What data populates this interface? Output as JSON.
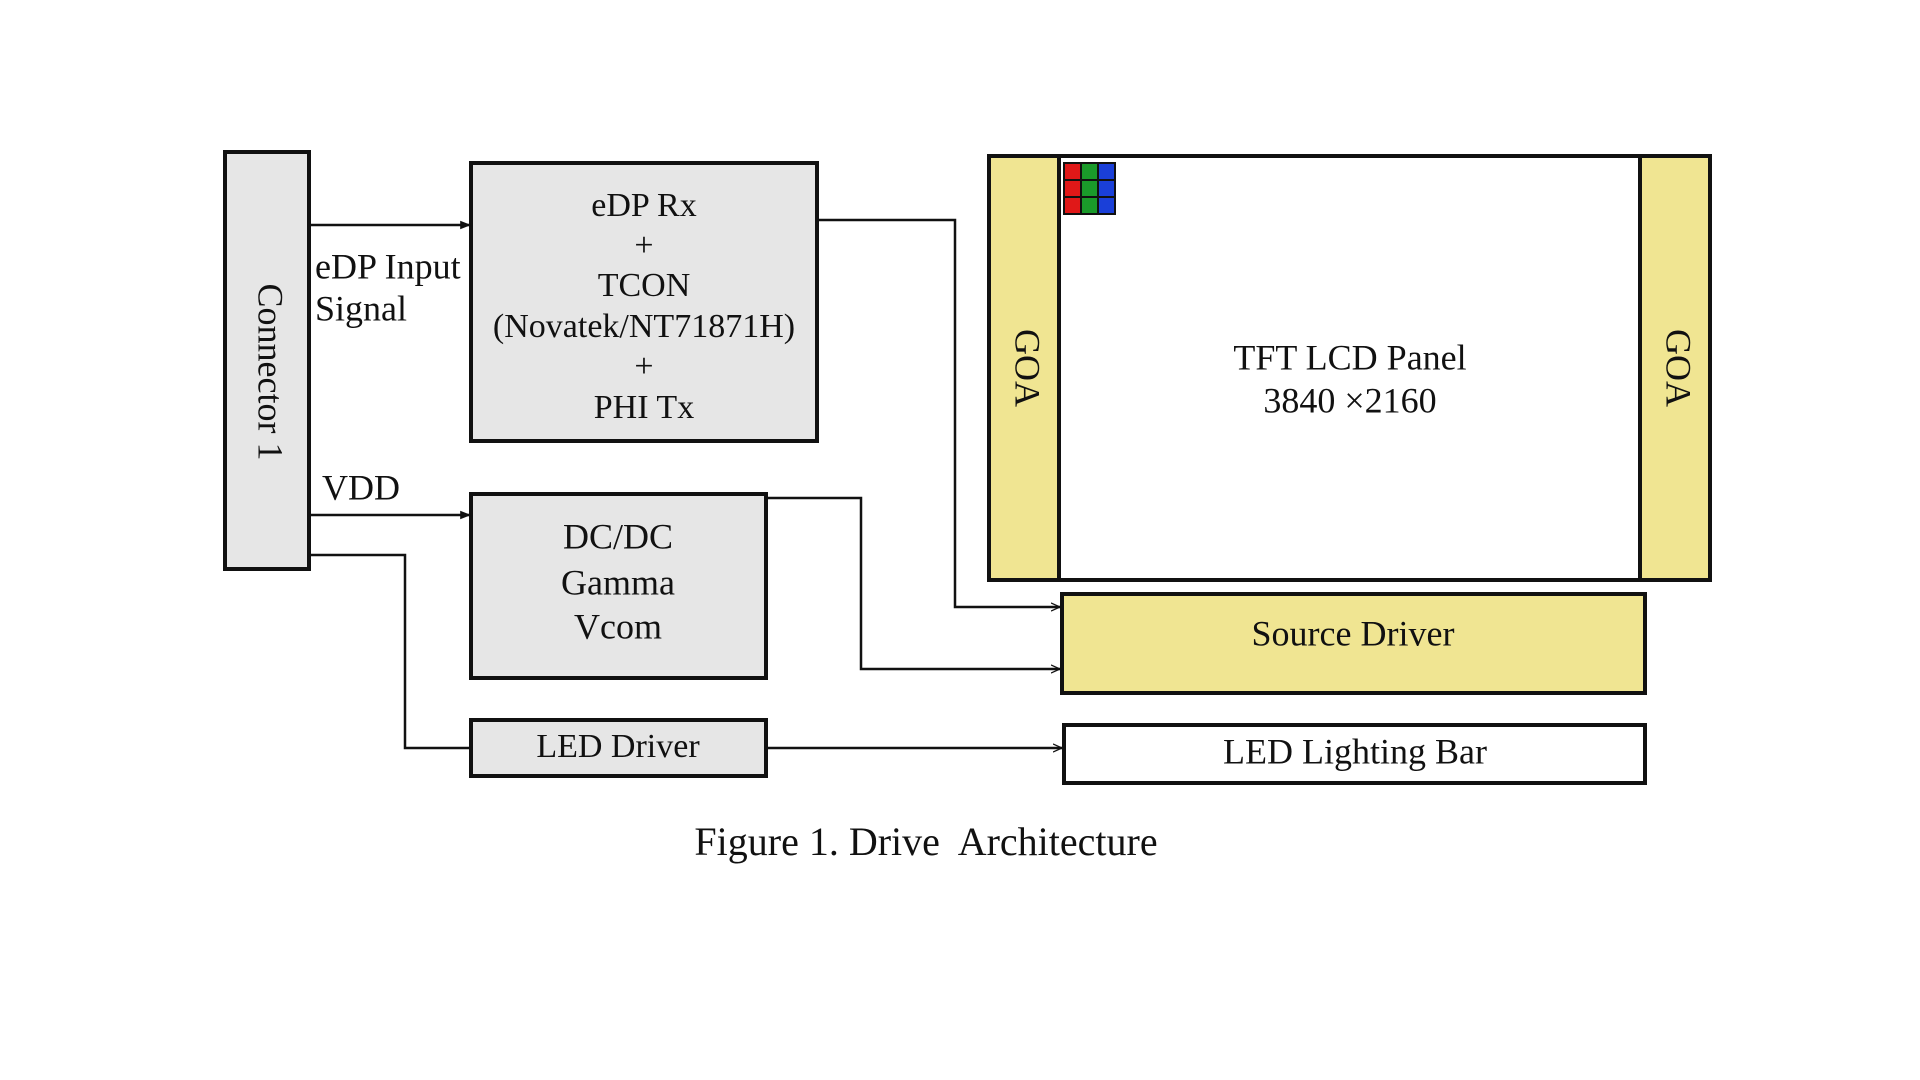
{
  "figure": {
    "caption": "Figure 1. Drive  Architecture"
  },
  "connector": {
    "label": "Connector  1"
  },
  "signals": {
    "edp_input_line1": "eDP Input",
    "edp_input_line2": "Signal",
    "vdd": "VDD"
  },
  "tcon_block": {
    "lines": [
      "eDP Rx",
      "+",
      "TCON",
      "(Novatek/NT71871H)",
      "+",
      "PHI Tx"
    ]
  },
  "power_block": {
    "lines": [
      "DC/DC",
      "Gamma",
      "Vcom"
    ]
  },
  "led_driver": {
    "label": "LED Driver"
  },
  "panel": {
    "title": "TFT LCD Panel",
    "resolution": "3840 ×2160",
    "goa_left": "GOA",
    "goa_right": "GOA",
    "pixel_colors": [
      "#e01818",
      "#1a9a2a",
      "#1a3fd8"
    ]
  },
  "source_driver": {
    "label": "Source Driver"
  },
  "led_bar": {
    "label": "LED Lighting Bar"
  },
  "colors": {
    "gray_block": "#e6e6e6",
    "yellow_block": "#f0e592",
    "line": "#111111"
  }
}
